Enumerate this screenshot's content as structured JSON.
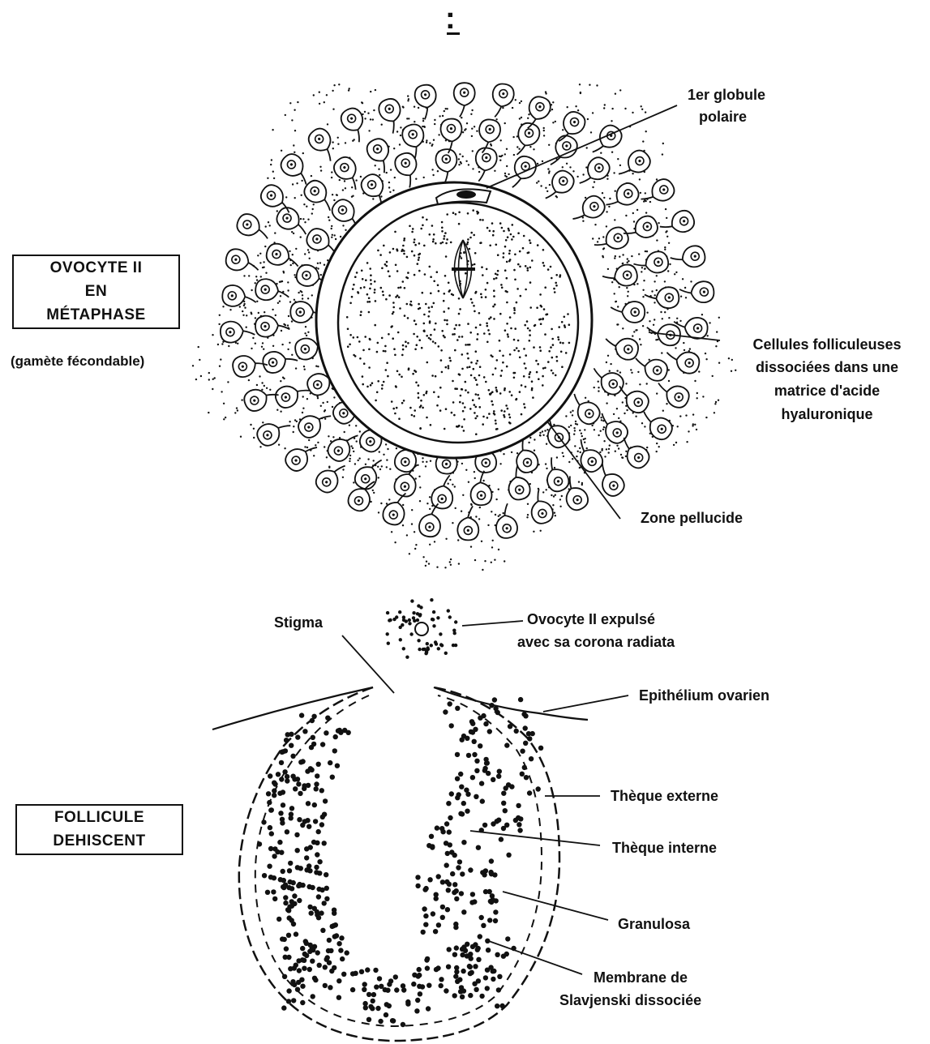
{
  "heading": ":",
  "oocyte": {
    "box_lines": [
      "OVOCYTE II",
      "EN",
      "MÉTAPHASE"
    ],
    "note": "(gamète fécondable)",
    "labels": {
      "polar_body": [
        "1er globule",
        "polaire"
      ],
      "follicular_cells": [
        "Cellules folliculeuses",
        "dissociées dans une",
        "matrice d'acide",
        "hyaluronique"
      ],
      "zona": "Zone pellucide"
    }
  },
  "follicle": {
    "box_lines": [
      "FOLLICULE",
      "DEHISCENT"
    ],
    "labels": {
      "stigma": "Stigma",
      "expelled": [
        "Ovocyte II expulsé",
        "avec sa corona radiata"
      ],
      "epithelium": "Epithélium ovarien",
      "theca_ext": "Thèque externe",
      "theca_int": "Thèque interne",
      "granulosa": "Granulosa",
      "slavjanski": [
        "Membrane de",
        "Slavjenski dissociée"
      ]
    }
  },
  "colors": {
    "ink": "#111111",
    "paper": "#ffffff"
  }
}
